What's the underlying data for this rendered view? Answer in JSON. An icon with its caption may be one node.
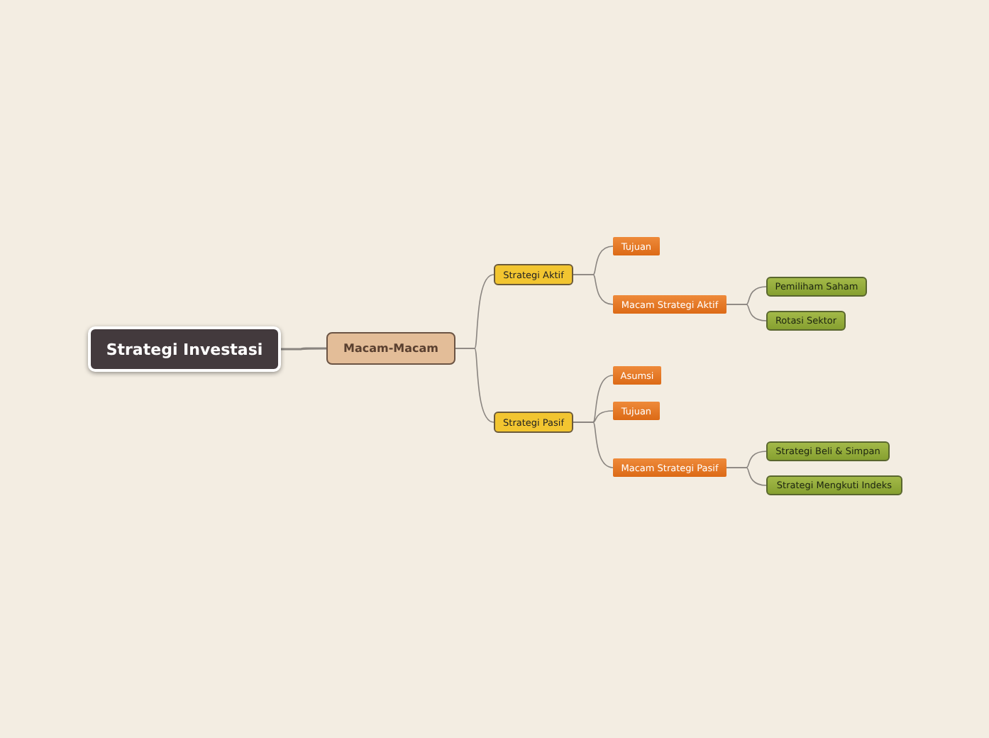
{
  "diagram": {
    "nodes": [
      {
        "text": [
          "Strategi Investasi"
        ]
      },
      {
        "text": [
          "Macam-Macam"
        ]
      },
      {
        "text": [
          "Strategi Aktif"
        ]
      },
      {
        "text": [
          "Tujuan"
        ]
      },
      {
        "text": [
          "Macam Strategi Aktif"
        ]
      },
      {
        "text": [
          "Pemiliham Saham"
        ]
      },
      {
        "text": [
          "Rotasi Sektor"
        ]
      },
      {
        "text": [
          "Strategi Pasif"
        ]
      },
      {
        "text": [
          "Asumsi"
        ]
      },
      {
        "text": [
          "Tujuan"
        ]
      },
      {
        "text": [
          "Macam Strategi Pasif"
        ]
      },
      {
        "text": [
          "Strategi Beli & Simpan"
        ]
      },
      {
        "text": [
          "Strategi Mengkuti Indeks"
        ]
      }
    ],
    "edges": [
      {
        "from": 0,
        "to": 1,
        "arrow": "none"
      },
      {
        "from": 1,
        "to": 2,
        "arrow": "none"
      },
      {
        "from": 1,
        "to": 7,
        "arrow": "none"
      },
      {
        "from": 2,
        "to": 3,
        "arrow": "none"
      },
      {
        "from": 2,
        "to": 4,
        "arrow": "none"
      },
      {
        "from": 4,
        "to": 5,
        "arrow": "none"
      },
      {
        "from": 4,
        "to": 6,
        "arrow": "none"
      },
      {
        "from": 7,
        "to": 8,
        "arrow": "none"
      },
      {
        "from": 7,
        "to": 9,
        "arrow": "none"
      },
      {
        "from": 7,
        "to": 10,
        "arrow": "none"
      },
      {
        "from": 10,
        "to": 11,
        "arrow": "none"
      },
      {
        "from": 10,
        "to": 12,
        "arrow": "none"
      }
    ]
  }
}
